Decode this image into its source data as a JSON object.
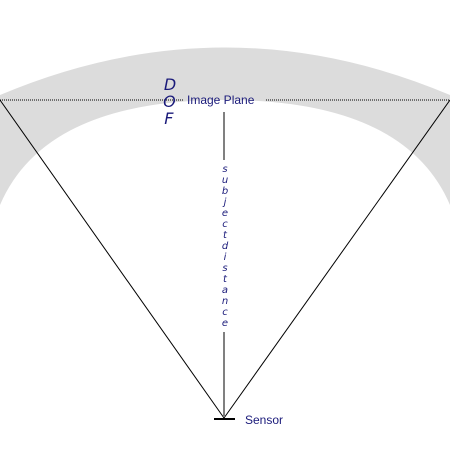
{
  "dof_label": "DOF",
  "image_plane_label": "Image Plane",
  "sensor_label": "Sensor",
  "distance_label": "subject distance",
  "colors": {
    "band": "#dcdcdc",
    "line": "#000000",
    "text": "#1a1a7a"
  }
}
